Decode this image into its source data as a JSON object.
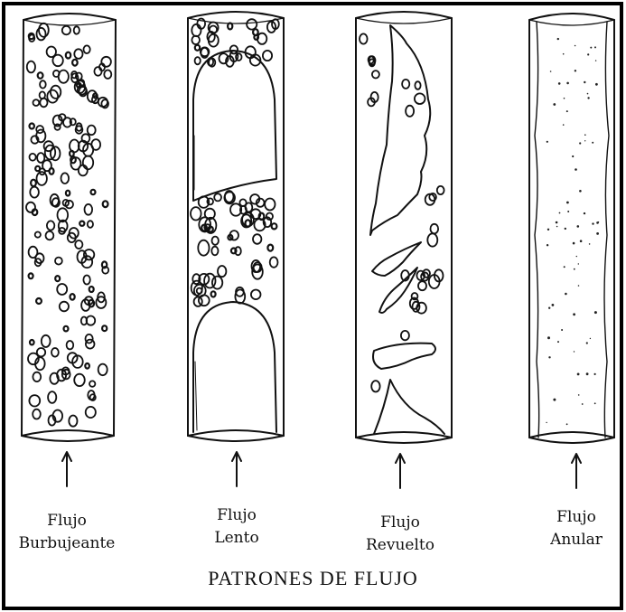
{
  "title": "PATRONES DE FLUJO",
  "panels": [
    {
      "id": "burbujeante",
      "line1": "Flujo",
      "line2": "Burbujeante"
    },
    {
      "id": "lento",
      "line1": "Flujo",
      "line2": "Lento"
    },
    {
      "id": "revuelto",
      "line1": "Flujo",
      "line2": "Revuelto"
    },
    {
      "id": "anular",
      "line1": "Flujo",
      "line2": "Anular"
    }
  ],
  "colors": {
    "ink": "#111111",
    "frame": "#000000",
    "background": "#ffffff"
  }
}
